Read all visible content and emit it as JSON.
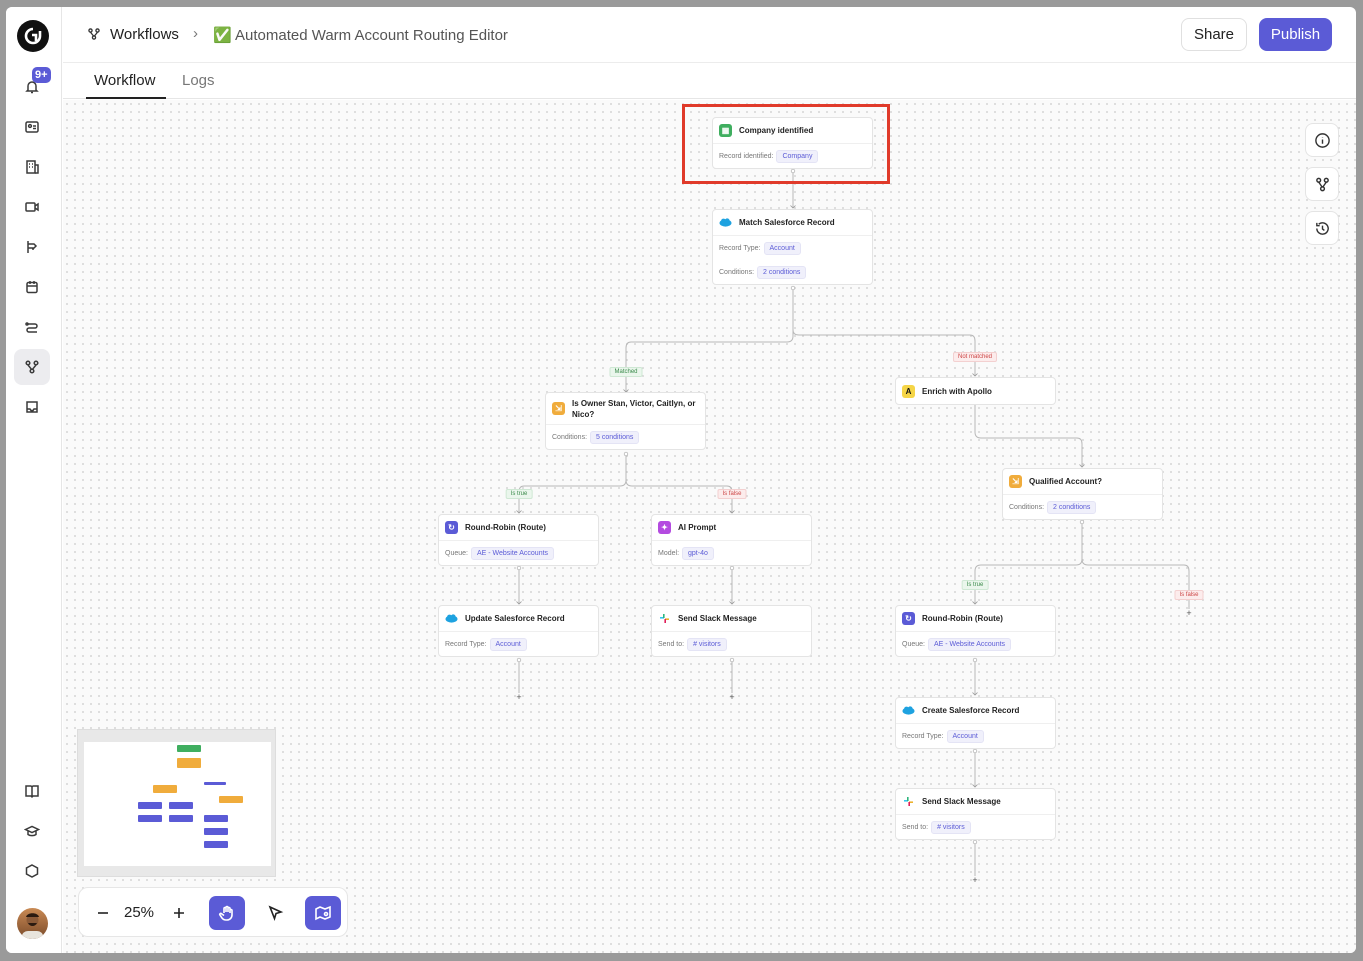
{
  "header": {
    "breadcrumb_root": "Workflows",
    "breadcrumb_sep": "›",
    "title": "✅ Automated Warm Account Routing Editor",
    "share_label": "Share",
    "publish_label": "Publish"
  },
  "tabs": [
    {
      "label": "Workflow",
      "active": true
    },
    {
      "label": "Logs",
      "active": false
    }
  ],
  "sidebar": {
    "notifications_badge": "9+",
    "items": [
      "notifications-icon",
      "contacts-icon",
      "companies-icon",
      "video-icon",
      "routing-icon",
      "calendar-icon",
      "sequences-icon",
      "workflows-icon",
      "inbox-icon"
    ],
    "bottom_items": [
      "docs-icon",
      "academy-icon",
      "integrations-icon"
    ]
  },
  "nodes": {
    "company_identified": {
      "title": "Company identified",
      "row1_label": "Record identified:",
      "row1_value": "Company"
    },
    "match_sf": {
      "title": "Match Salesforce Record",
      "row1_label": "Record Type:",
      "row1_value": "Account",
      "row2_label": "Conditions:",
      "row2_value": "2 conditions"
    },
    "is_owner": {
      "title": "Is Owner Stan, Victor, Caitlyn, or Nico?",
      "row1_label": "Conditions:",
      "row1_value": "5 conditions"
    },
    "enrich_apollo": {
      "title": "Enrich with Apollo"
    },
    "qualified": {
      "title": "Qualified Account?",
      "row1_label": "Conditions:",
      "row1_value": "2 conditions"
    },
    "rr1": {
      "title": "Round-Robin (Route)",
      "row1_label": "Queue:",
      "row1_value": "AE - Website Accounts"
    },
    "ai_prompt": {
      "title": "AI Prompt",
      "row1_label": "Model:",
      "row1_value": "gpt-4o"
    },
    "update_sf": {
      "title": "Update Salesforce Record",
      "row1_label": "Record Type:",
      "row1_value": "Account"
    },
    "slack1": {
      "title": "Send Slack Message",
      "row1_label": "Send to:",
      "row1_value": "#  visitors"
    },
    "rr2": {
      "title": "Round-Robin (Route)",
      "row1_label": "Queue:",
      "row1_value": "AE - Website Accounts"
    },
    "create_sf": {
      "title": "Create Salesforce Record",
      "row1_label": "Record Type:",
      "row1_value": "Account"
    },
    "slack2": {
      "title": "Send Slack Message",
      "row1_label": "Send to:",
      "row1_value": "#  visitors"
    }
  },
  "edge_labels": {
    "matched": "Matched",
    "not_matched": "Not matched",
    "is_true_1": "Is true",
    "is_false_1": "Is false",
    "is_true_2": "Is true",
    "is_false_2": "Is false"
  },
  "plus_sign": "+",
  "toolbar": {
    "zoom": "25%",
    "zoom_out_icon": "minus-icon",
    "zoom_in_icon": "plus-icon"
  },
  "colors": {
    "accent": "#5b5bd6",
    "highlight": "#e03a2a",
    "green": "#3fae5f",
    "orange": "#f0ac3c"
  }
}
